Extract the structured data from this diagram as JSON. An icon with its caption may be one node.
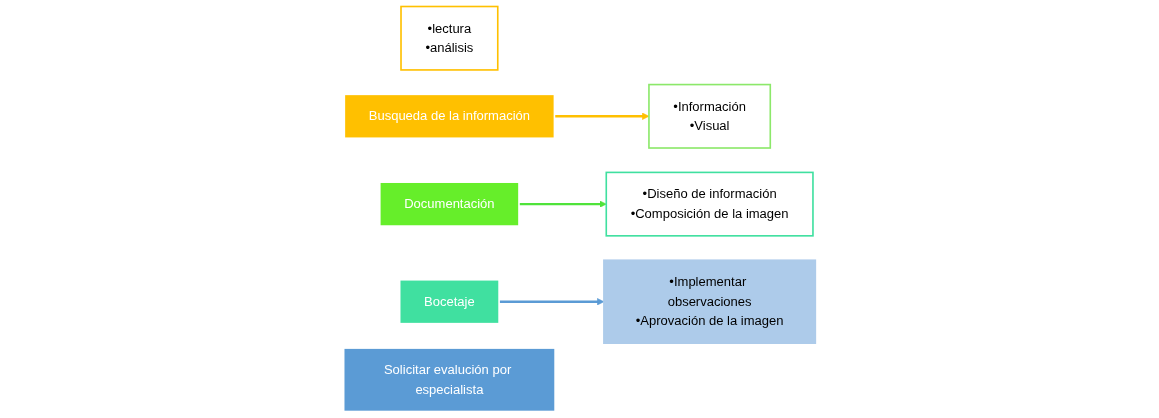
{
  "diagram": {
    "nodes": [
      {
        "text": [
          "•lectura",
          "•análisis"
        ]
      },
      {
        "text": [
          "Busqueda de la información"
        ]
      },
      {
        "text": [
          "•Información",
          "•Visual"
        ]
      },
      {
        "text": [
          "Documentación"
        ]
      },
      {
        "text": [
          "•Diseño de información",
          "•Composición de la imagen"
        ]
      },
      {
        "text": [
          "Bocetaje"
        ]
      },
      {
        "text": [
          "•Implementar observaciones",
          "•Aprovación de la imagen"
        ]
      },
      {
        "text": [
          "Solicitar evalución por especialista"
        ]
      }
    ],
    "edges": [
      {
        "from": 1,
        "to": 2,
        "arrow": "to",
        "color": "#ffc000"
      },
      {
        "from": 3,
        "to": 4,
        "arrow": "to",
        "color": "#4fe33a"
      },
      {
        "from": 5,
        "to": 6,
        "arrow": "to",
        "color": "#5b9bd5"
      }
    ]
  }
}
